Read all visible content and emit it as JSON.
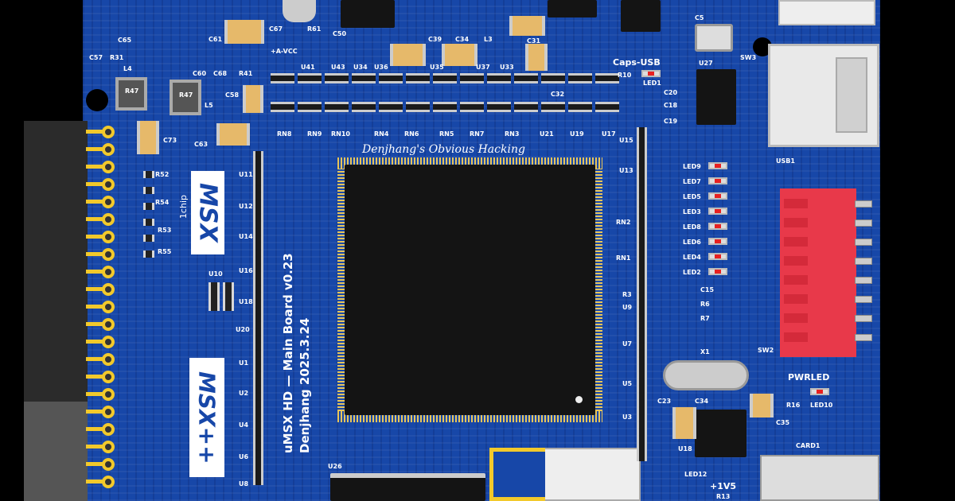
{
  "board": {
    "title": "uMSX HD — Main Board v0.23",
    "author_date": "Denjhang  2025.3.24",
    "signature": "Denjhang's Obvious Hacking",
    "logo_top": "MSX",
    "logo_bottom": "MSX++",
    "logo_caption": "1chip",
    "colors": {
      "board": "#1747a8",
      "chip": "#141414",
      "pins": "#f2c92b",
      "switch": "#e8394a",
      "led": "#e82020"
    }
  },
  "labels": {
    "U41": "U41",
    "U43": "U43",
    "U34": "U34",
    "U36": "U36",
    "U35": "U35",
    "U37": "U37",
    "U33": "U33",
    "RN8": "RN8",
    "RN9": "RN9",
    "RN10": "RN10",
    "RN4": "RN4",
    "RN6": "RN6",
    "RN5": "RN5",
    "RN7": "RN7",
    "RN3": "RN3",
    "U21": "U21",
    "U19": "U19",
    "U17": "U17",
    "C73": "C73",
    "C63": "C63",
    "C67": "C67",
    "C50": "C50",
    "C61": "C61",
    "C60": "C60",
    "C68": "C68",
    "C58": "C58",
    "R41": "R41",
    "R47a": "R47",
    "R47b": "R47",
    "L4": "L4",
    "L5": "L5",
    "C57": "C57",
    "R31": "R31",
    "C65": "C65",
    "C31": "C31",
    "C32": "C32",
    "C34": "C34",
    "C39": "C39",
    "L3": "L3",
    "AVCC": "+A-VCC",
    "R10": "R10",
    "LED1": "LED1",
    "CapsUSB": "Caps-USB",
    "U27": "U27",
    "C20": "C20",
    "C18": "C18",
    "C19": "C19",
    "SW3": "SW3",
    "C5": "C5",
    "USB1": "USB1",
    "U15": "U15",
    "U13": "U13",
    "RN2": "RN2",
    "RN1": "RN1",
    "R3": "R3",
    "U9": "U9",
    "U7": "U7",
    "U5": "U5",
    "U3": "U3",
    "LED9": "LED9",
    "LED7": "LED7",
    "LED5": "LED5",
    "LED3": "LED3",
    "LED8": "LED8",
    "LED6": "LED6",
    "LED4": "LED4",
    "LED2": "LED2",
    "C15": "C15",
    "R6": "R6",
    "R7": "R7",
    "X1": "X1",
    "SW2": "SW2",
    "PWRLED": "PWRLED",
    "R16": "R16",
    "LED10": "LED10",
    "C35": "C35",
    "C34b": "C34",
    "C23": "C23",
    "U18": "U18",
    "CARD1": "CARD1",
    "V15": "+1V5",
    "LED12": "LED12",
    "R13": "R13",
    "U11": "U11",
    "U12": "U12",
    "U14": "U14",
    "U16": "U16",
    "U18b": "U18",
    "U20": "U20",
    "U1": "U1",
    "U2": "U2",
    "U4": "U4",
    "U6": "U6",
    "U8": "U8",
    "U10": "U10",
    "R52": "R52",
    "R54": "R54",
    "R53": "R53",
    "R55": "R55",
    "U26": "U26",
    "R61": "R61"
  }
}
